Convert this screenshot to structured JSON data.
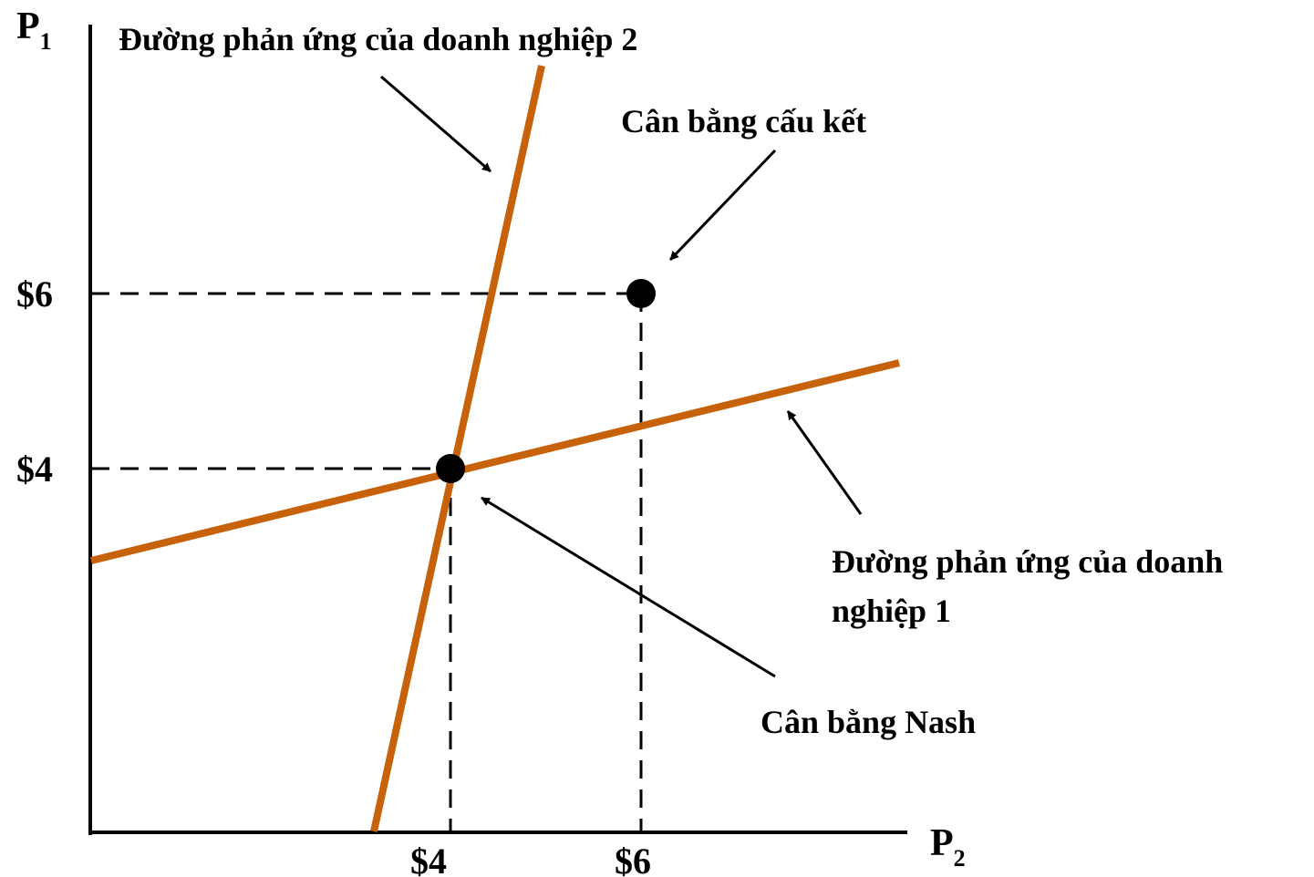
{
  "axes": {
    "y_label": "P",
    "y_label_sub": "1",
    "x_label": "P",
    "x_label_sub": "2"
  },
  "ticks": {
    "x": [
      "$4",
      "$6"
    ],
    "y": [
      "$6",
      "$4"
    ]
  },
  "annotations": {
    "firm2_reaction": "Đường phản ứng của doanh nghiệp 2",
    "collusive": "Cân bằng cấu kết",
    "firm1_reaction_line1": "Đường phản ứng của doanh",
    "firm1_reaction_line2": "nghiệp 1",
    "nash": "Cân bằng Nash"
  },
  "colors": {
    "reaction_curve": "#c8620a",
    "axis": "#000000"
  }
}
